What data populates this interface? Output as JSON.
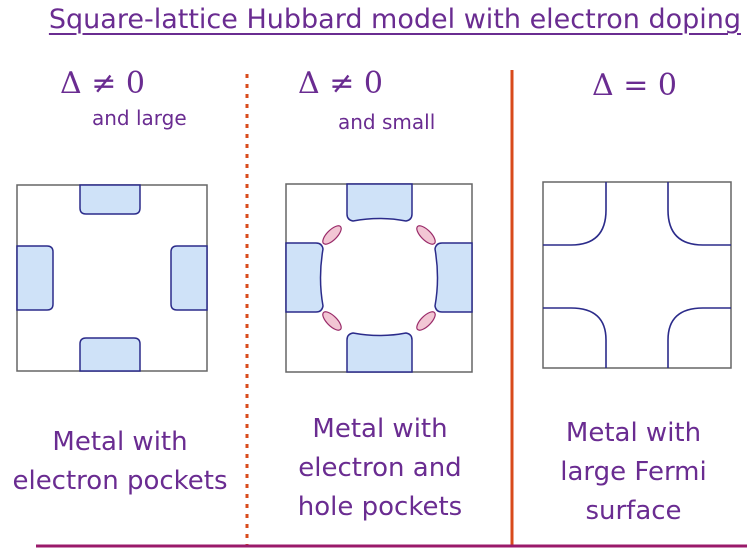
{
  "title": "Square-lattice Hubbard model with electron doping",
  "columns": [
    {
      "condition": "Δ ≠ 0",
      "qualifier": "and large",
      "caption": [
        "Metal with",
        "electron pockets"
      ]
    },
    {
      "condition": "Δ ≠ 0",
      "qualifier": "and small",
      "caption": [
        "Metal with",
        "electron and",
        "hole pockets"
      ]
    },
    {
      "condition": "Δ = 0",
      "qualifier": "",
      "caption": [
        "Metal with",
        "large Fermi",
        "surface"
      ]
    }
  ],
  "colors": {
    "text": "#6a2c91",
    "dotted_divider": "#d84a1b",
    "solid_divider": "#d84a1b",
    "baseline": "#9a1a6a",
    "electron_pocket_fill": "#cfe2f8",
    "hole_pocket_fill": "#f2c6d4",
    "fermi_line": "#2b2b8a"
  }
}
